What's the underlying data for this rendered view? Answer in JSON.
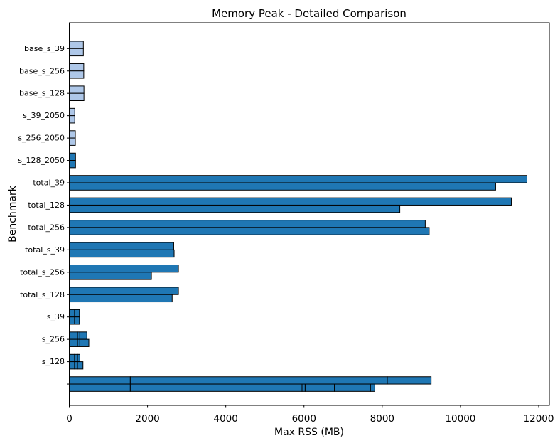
{
  "chart_data": {
    "type": "bar",
    "orientation": "horizontal",
    "title": "Memory Peak - Detailed Comparison",
    "xlabel": "Max RSS (MB)",
    "ylabel": "Benchmark",
    "xlim": [
      0,
      12270
    ],
    "xticks": [
      0,
      2000,
      4000,
      6000,
      8000,
      10000,
      12000
    ],
    "grid": false,
    "legend": "none",
    "colors": {
      "light_bar": "#aec7e8",
      "dark_bar": "#1f77b4",
      "bar_edge": "#000000",
      "background": "#ffffff"
    },
    "note": "Each benchmark row has two horizontal bars (upper and lower run); some bars are stacked segments (MB).",
    "groups": [
      {
        "label": "base_s_39",
        "color": "light_bar",
        "bars": [
          [
            360
          ],
          [
            360
          ]
        ]
      },
      {
        "label": "base_s_256",
        "color": "light_bar",
        "bars": [
          [
            370
          ],
          [
            370
          ]
        ]
      },
      {
        "label": "base_s_128",
        "color": "light_bar",
        "bars": [
          [
            375
          ],
          [
            375
          ]
        ]
      },
      {
        "label": "s_39_2050",
        "color": "light_bar",
        "bars": [
          [
            140
          ],
          [
            140
          ]
        ]
      },
      {
        "label": "s_256_2050",
        "color": "light_bar",
        "bars": [
          [
            155
          ],
          [
            155
          ]
        ]
      },
      {
        "label": "s_128_2050",
        "color": "dark_bar",
        "bars": [
          [
            160
          ],
          [
            160
          ]
        ]
      },
      {
        "label": "total_39",
        "color": "dark_bar",
        "bars": [
          [
            11700
          ],
          [
            10900
          ]
        ]
      },
      {
        "label": "total_128",
        "color": "dark_bar",
        "bars": [
          [
            11300
          ],
          [
            8450
          ]
        ]
      },
      {
        "label": "total_256",
        "color": "dark_bar",
        "bars": [
          [
            9100
          ],
          [
            9200
          ]
        ]
      },
      {
        "label": "total_s_39",
        "color": "dark_bar",
        "bars": [
          [
            2670
          ],
          [
            2680
          ]
        ]
      },
      {
        "label": "total_s_256",
        "color": "dark_bar",
        "bars": [
          [
            2790
          ],
          [
            2100
          ]
        ]
      },
      {
        "label": "total_s_128",
        "color": "dark_bar",
        "bars": [
          [
            2790
          ],
          [
            2630
          ]
        ]
      },
      {
        "label": "s_39",
        "color": "dark_bar",
        "bars": [
          [
            135,
            125
          ],
          [
            135,
            125
          ]
        ]
      },
      {
        "label": "s_256",
        "color": "dark_bar",
        "bars": [
          [
            210,
            60,
            180
          ],
          [
            210,
            60,
            230
          ]
        ]
      },
      {
        "label": "s_128",
        "color": "dark_bar",
        "bars": [
          [
            135,
            75,
            60
          ],
          [
            135,
            75,
            140
          ]
        ]
      },
      {
        "label": "",
        "color": "dark_bar",
        "bars": [
          [
            1560,
            6570,
            1120
          ],
          [
            1560,
            4390,
            80,
            750,
            920,
            110
          ]
        ]
      }
    ]
  }
}
